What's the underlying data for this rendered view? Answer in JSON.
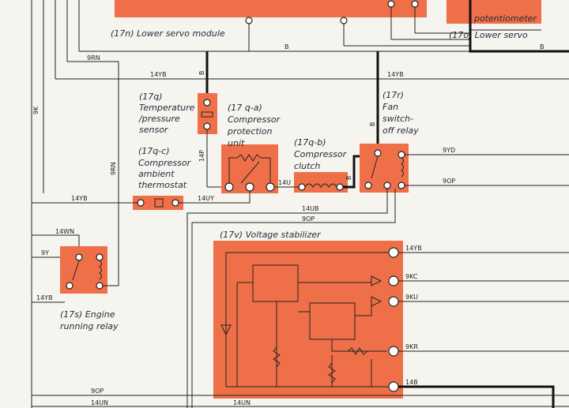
{
  "components": {
    "lower_servo_module": "(17n) Lower servo module",
    "potentiometer": "potentiometer",
    "lower_servo_ref": "(17o) Lower servo",
    "temp_sensor": [
      "(17q)",
      "Temperature",
      "/pressure",
      "sensor"
    ],
    "compressor_protection": [
      "(17 q-a)",
      "Compressor",
      "protection",
      "unit"
    ],
    "fan_relay": [
      "(17r)",
      "Fan",
      "switch-",
      "off relay"
    ],
    "ambient_thermostat": [
      "(17q-c)",
      "Compressor",
      "ambient",
      "thermostat"
    ],
    "compressor_clutch": [
      "(17q-b)",
      "Compressor",
      "clutch"
    ],
    "voltage_stabilizer": "(17v) Voltage stabilizer",
    "engine_relay": [
      "(17s) Engine",
      "running relay"
    ]
  },
  "wires": {
    "B": "B",
    "9RN": "9RN",
    "9K": "9K",
    "14YB": "14YB",
    "14P": "14P",
    "14U": "14U",
    "14UY": "14UY",
    "14UB": "14UB",
    "9OP": "9OP",
    "9YD": "9YD",
    "14WN": "14WN",
    "9Y": "9Y",
    "9KC": "9KC",
    "9KU": "9KU",
    "9KR": "9KR",
    "14B": "14B",
    "14UN": "14UN"
  },
  "colors": {
    "component_fill": "#ef7048",
    "wire": "#222222",
    "paper": "#f6f4ef"
  }
}
